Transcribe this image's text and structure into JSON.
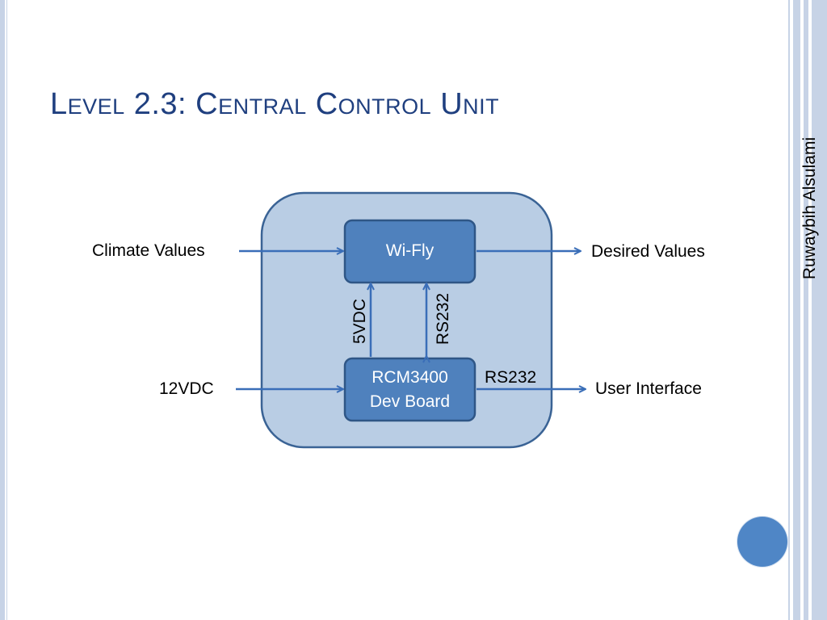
{
  "slide": {
    "title": "Level 2.3: Central Control Unit",
    "author": "Ruwaybih Alsulami"
  },
  "diagram": {
    "wifly_label": "Wi-Fly",
    "board_line1": "RCM3400",
    "board_line2": "Dev Board",
    "inputs": {
      "climate": "Climate Values",
      "power": "12VDC"
    },
    "outputs": {
      "desired": "Desired Values",
      "user_interface": "User Interface"
    },
    "links": {
      "power_up": "5VDC",
      "serial_internal": "RS232",
      "serial_out": "RS232"
    }
  },
  "colors": {
    "title": "#1f3f7f",
    "outer_fill": "#b9cde4",
    "outer_stroke": "#3a6395",
    "box_fill": "#4f81bd",
    "box_stroke": "#2f5686",
    "arrow": "#3a6eb8",
    "accent_circle": "#4f86c6"
  }
}
